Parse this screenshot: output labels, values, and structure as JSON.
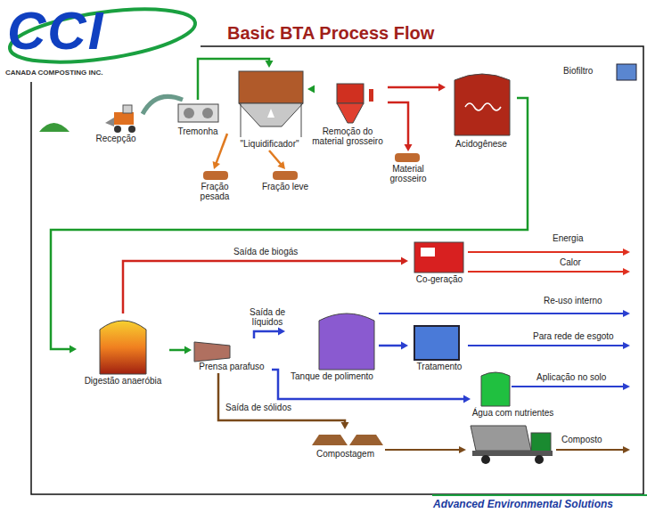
{
  "diagram": {
    "title": "Basic BTA Process Flow",
    "nodes": [
      {
        "text": [
          "Recepção"
        ]
      },
      {
        "text": [
          "Tremonha"
        ]
      },
      {
        "text": [
          "\"Liquidificador\""
        ]
      },
      {
        "text": [
          "Fração pesada"
        ]
      },
      {
        "text": [
          "Fração leve"
        ]
      },
      {
        "text": [
          "Remoção do material grosseiro"
        ]
      },
      {
        "text": [
          "Material grosseiro"
        ]
      },
      {
        "text": [
          "Acidogênese"
        ]
      },
      {
        "text": [
          "Biofiltro"
        ]
      },
      {
        "text": [
          "Digestão anaeróbia"
        ]
      },
      {
        "text": [
          "Co-geração"
        ]
      },
      {
        "text": [
          "Prensa parafuso"
        ]
      },
      {
        "text": [
          "Tanque de polimento"
        ]
      },
      {
        "text": [
          "Tratamento"
        ]
      },
      {
        "text": [
          "Água com nutrientes"
        ]
      },
      {
        "text": [
          "Compostagem"
        ]
      }
    ],
    "edges": [
      {
        "from": 1,
        "to": 2,
        "arrow": "to"
      },
      {
        "from": 2,
        "to": 5,
        "arrow": "to"
      },
      {
        "from": 2,
        "to": 3,
        "arrow": "to"
      },
      {
        "from": 2,
        "to": 4,
        "arrow": "to"
      },
      {
        "from": 5,
        "to": 6,
        "arrow": "to"
      },
      {
        "from": 5,
        "to": 7,
        "arrow": "to"
      },
      {
        "from": 7,
        "to": 9,
        "arrow": "to"
      },
      {
        "from": 9,
        "to": 10,
        "label": "Saída de biogás",
        "arrow": "to"
      },
      {
        "from": 9,
        "to": 11,
        "arrow": "to"
      },
      {
        "from": 11,
        "to": 12,
        "label": "Saída de líquidos",
        "arrow": "to"
      },
      {
        "from": 12,
        "to": 13,
        "arrow": "to"
      },
      {
        "from": 11,
        "to": 14,
        "arrow": "to"
      },
      {
        "from": 11,
        "to": 15,
        "label": "Saída de sólidos",
        "arrow": "to"
      }
    ],
    "labels": [
      "CCI",
      "CANADA COMPOSTING INC.",
      "Energia",
      "Calor",
      "Re-uso interno",
      "Para rede de esgoto",
      "Aplicação no solo",
      "Composto",
      "Advanced Environmental Solutions"
    ]
  }
}
